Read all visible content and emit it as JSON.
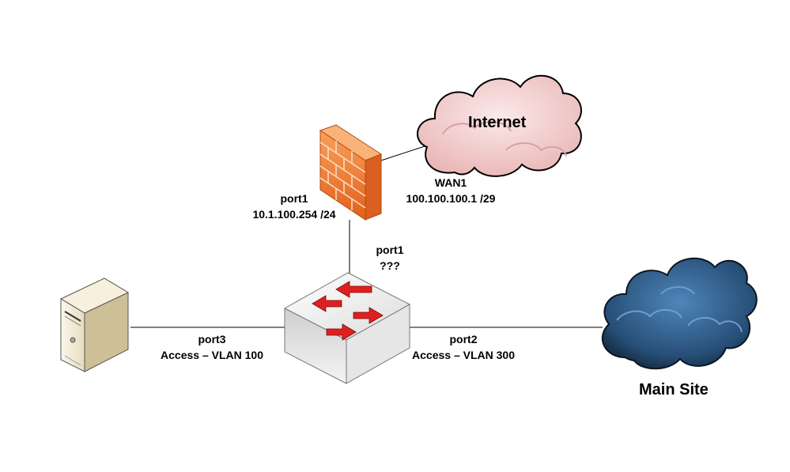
{
  "nodes": {
    "internet": {
      "label": "Internet",
      "fill": "#f2c9c9"
    },
    "main_site": {
      "label": "Main Site",
      "fill": "#2f5b88"
    },
    "firewall": {
      "brick_color": "#f07a32"
    },
    "switch": {
      "arrow_color": "#e02020"
    }
  },
  "links": {
    "firewall_wan": {
      "name": "WAN1",
      "address": "100.100.100.1 /29"
    },
    "firewall_lan": {
      "name": "port1",
      "address": "10.1.100.254 /24"
    },
    "switch_uplink": {
      "name": "port1",
      "address": "???"
    },
    "switch_server": {
      "name": "port3",
      "mode": "Access – VLAN 100"
    },
    "switch_mainsite": {
      "name": "port2",
      "mode": "Access – VLAN 300"
    }
  }
}
